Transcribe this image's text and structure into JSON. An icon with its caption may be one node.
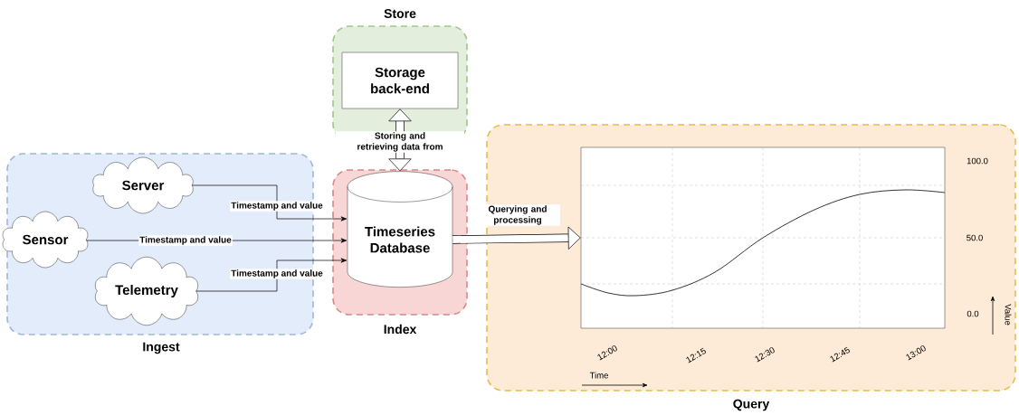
{
  "diagram": {
    "nodes": [
      {
        "text": [
          "Ingest"
        ]
      },
      {
        "text": [
          "Server"
        ],
        "in": 0
      },
      {
        "text": [
          "Sensor"
        ],
        "in": 0
      },
      {
        "text": [
          "Telemetry"
        ],
        "in": 0
      },
      {
        "text": [
          "Store"
        ]
      },
      {
        "text": [
          "Storage back-end"
        ],
        "in": 4
      },
      {
        "text": [
          "Index"
        ]
      },
      {
        "text": [
          "Timeseries Database"
        ],
        "in": 6
      },
      {
        "text": [
          "Query"
        ]
      },
      {
        "text": [],
        "shape": "chart",
        "in": 8
      }
    ],
    "edges": [
      {
        "from": 1,
        "to": 7,
        "arrow": "to",
        "label": "Timestamp and value"
      },
      {
        "from": 2,
        "to": 7,
        "arrow": "to",
        "label": "Timestamp and value"
      },
      {
        "from": 3,
        "to": 7,
        "arrow": "to",
        "label": "Timestamp and value"
      },
      {
        "from": 5,
        "to": 7,
        "arrow": "both",
        "label": "Storing and retrieving data from",
        "style": "thick"
      },
      {
        "from": 7,
        "to": 9,
        "arrow": "to",
        "label": "Querying and processing",
        "style": "thick"
      }
    ],
    "labels": [
      "100.0",
      "50.0",
      "0.0",
      "Value",
      "12:00",
      "12:15",
      "12:30",
      "12:45",
      "13:00",
      "Time"
    ]
  }
}
